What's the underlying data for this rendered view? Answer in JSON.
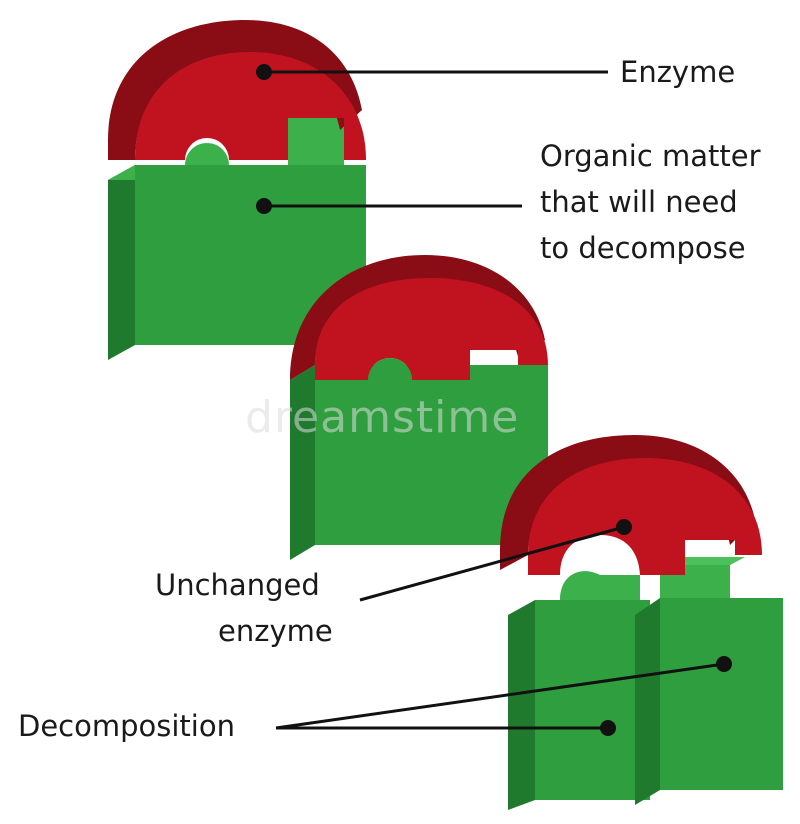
{
  "labels": {
    "enzyme": "Enzyme",
    "organic_line1": "Organic matter",
    "organic_line2": "that will need",
    "organic_line3": "to decompose",
    "unchanged_line1": "Unchanged",
    "unchanged_line2": "enzyme",
    "decomposition": "Decomposition"
  },
  "watermark": "dreamstime",
  "colors": {
    "enzyme_red": "#c1121f",
    "enzyme_red_dark": "#8a0d16",
    "enzyme_red_top": "#a00f1a",
    "substrate_green": "#2e9e3e",
    "substrate_green_dark": "#1f7a2e",
    "substrate_green_top": "#3cb14b",
    "line": "#111111"
  }
}
